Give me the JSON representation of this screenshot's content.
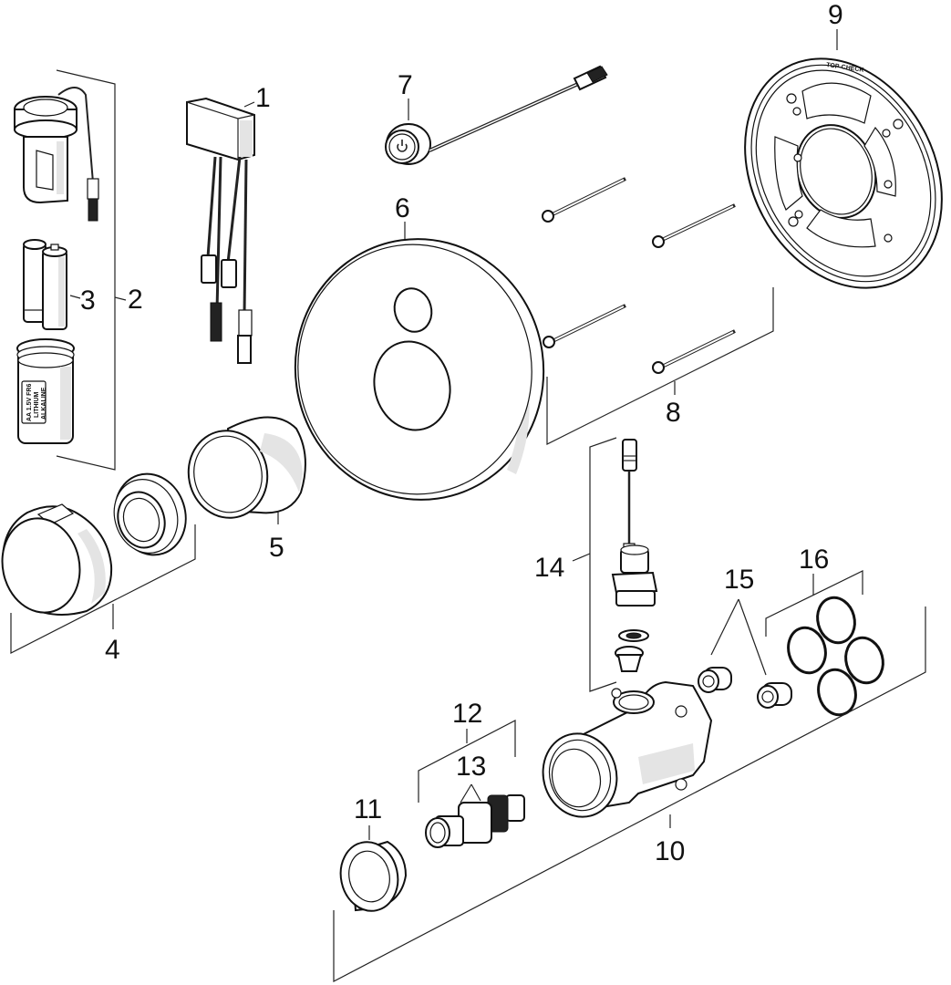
{
  "diagram": {
    "type": "exploded-parts-drawing",
    "colors": {
      "line": "#111111",
      "shade": "#e4e4e4",
      "background": "#ffffff"
    },
    "callouts": [
      {
        "number": "1",
        "part": "control-unit-with-cables"
      },
      {
        "number": "2",
        "part": "battery-set-group"
      },
      {
        "number": "3",
        "part": "batteries"
      },
      {
        "number": "4",
        "part": "handle-set-group"
      },
      {
        "number": "5",
        "part": "sleeve"
      },
      {
        "number": "6",
        "part": "cover-plate"
      },
      {
        "number": "7",
        "part": "push-button-with-cable"
      },
      {
        "number": "8",
        "part": "screws"
      },
      {
        "number": "9",
        "part": "mounting-frame"
      },
      {
        "number": "10",
        "part": "valve-body-group"
      },
      {
        "number": "11",
        "part": "nut"
      },
      {
        "number": "12",
        "part": "cartridge-group"
      },
      {
        "number": "13",
        "part": "o-rings-on-cartridge"
      },
      {
        "number": "14",
        "part": "solenoid-valve-group"
      },
      {
        "number": "15",
        "part": "check-valves"
      },
      {
        "number": "16",
        "part": "o-ring-set"
      }
    ],
    "battery_label": [
      "AA 1.5V FR6",
      "LITHIUM",
      "ALKALINE"
    ],
    "frame_marking": "TOP-CHECK",
    "button_symbol": "power"
  }
}
